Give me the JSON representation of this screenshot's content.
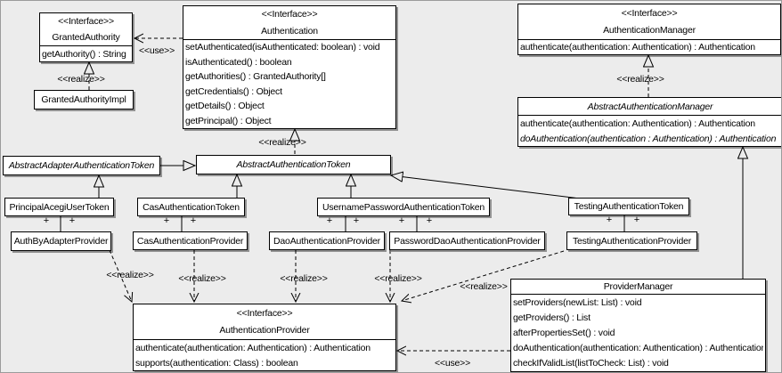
{
  "edge_labels": {
    "use": "<<use>>",
    "realize": "<<realize>>",
    "plus": "+"
  },
  "classes": {
    "granted_authority": {
      "stereotype": "<<Interface>>",
      "name": "GrantedAuthority",
      "methods": [
        "getAuthority() : String"
      ]
    },
    "authentication": {
      "stereotype": "<<Interface>>",
      "name": "Authentication",
      "methods": [
        "setAuthenticated(isAuthenticated: boolean) : void",
        "isAuthenticated() : boolean",
        "getAuthorities() : GrantedAuthority[]",
        "getCredentials() : Object",
        "getDetails() : Object",
        "getPrincipal() : Object"
      ]
    },
    "authentication_manager": {
      "stereotype": "<<Interface>>",
      "name": "AuthenticationManager",
      "methods": [
        "authenticate(authentication: Authentication) : Authentication"
      ]
    },
    "abstract_authentication_manager": {
      "name": "AbstractAuthenticationManager",
      "methods": [
        "authenticate(authentication: Authentication) : Authentication",
        "doAuthentication(authentication : Authentication) : Authentication"
      ]
    },
    "granted_authority_impl": {
      "name": "GrantedAuthorityImpl"
    },
    "abstract_adapter_authentication_token": {
      "name": "AbstractAdapterAuthenticationToken"
    },
    "abstract_authentication_token": {
      "name": "AbstractAuthenticationToken"
    },
    "principal_acegi_user_token": {
      "name": "PrincipalAcegiUserToken"
    },
    "cas_authentication_token": {
      "name": "CasAuthenticationToken"
    },
    "username_password_authentication_token": {
      "name": "UsernamePasswordAuthenticationToken"
    },
    "testing_authentication_token": {
      "name": "TestingAuthenticationToken"
    },
    "auth_by_adapter_provider": {
      "name": "AuthByAdapterProvider"
    },
    "cas_authentication_provider": {
      "name": "CasAuthenticationProvider"
    },
    "dao_authentication_provider": {
      "name": "DaoAuthenticationProvider"
    },
    "password_dao_authentication_provider": {
      "name": "PasswordDaoAuthenticationProvider"
    },
    "testing_authentication_provider": {
      "name": "TestingAuthenticationProvider"
    },
    "authentication_provider": {
      "stereotype": "<<Interface>>",
      "name": "AuthenticationProvider",
      "methods": [
        "authenticate(authentication: Authentication) : Authentication",
        "supports(authentication: Class) : boolean"
      ]
    },
    "provider_manager": {
      "name": "ProviderManager",
      "methods": [
        "setProviders(newList: List) : void",
        "getProviders() : List",
        "afterPropertiesSet() : void",
        "doAuthentication(authentication: Authentication) : Authentication",
        "checkIfValidList(listToCheck: List) : void"
      ]
    }
  }
}
